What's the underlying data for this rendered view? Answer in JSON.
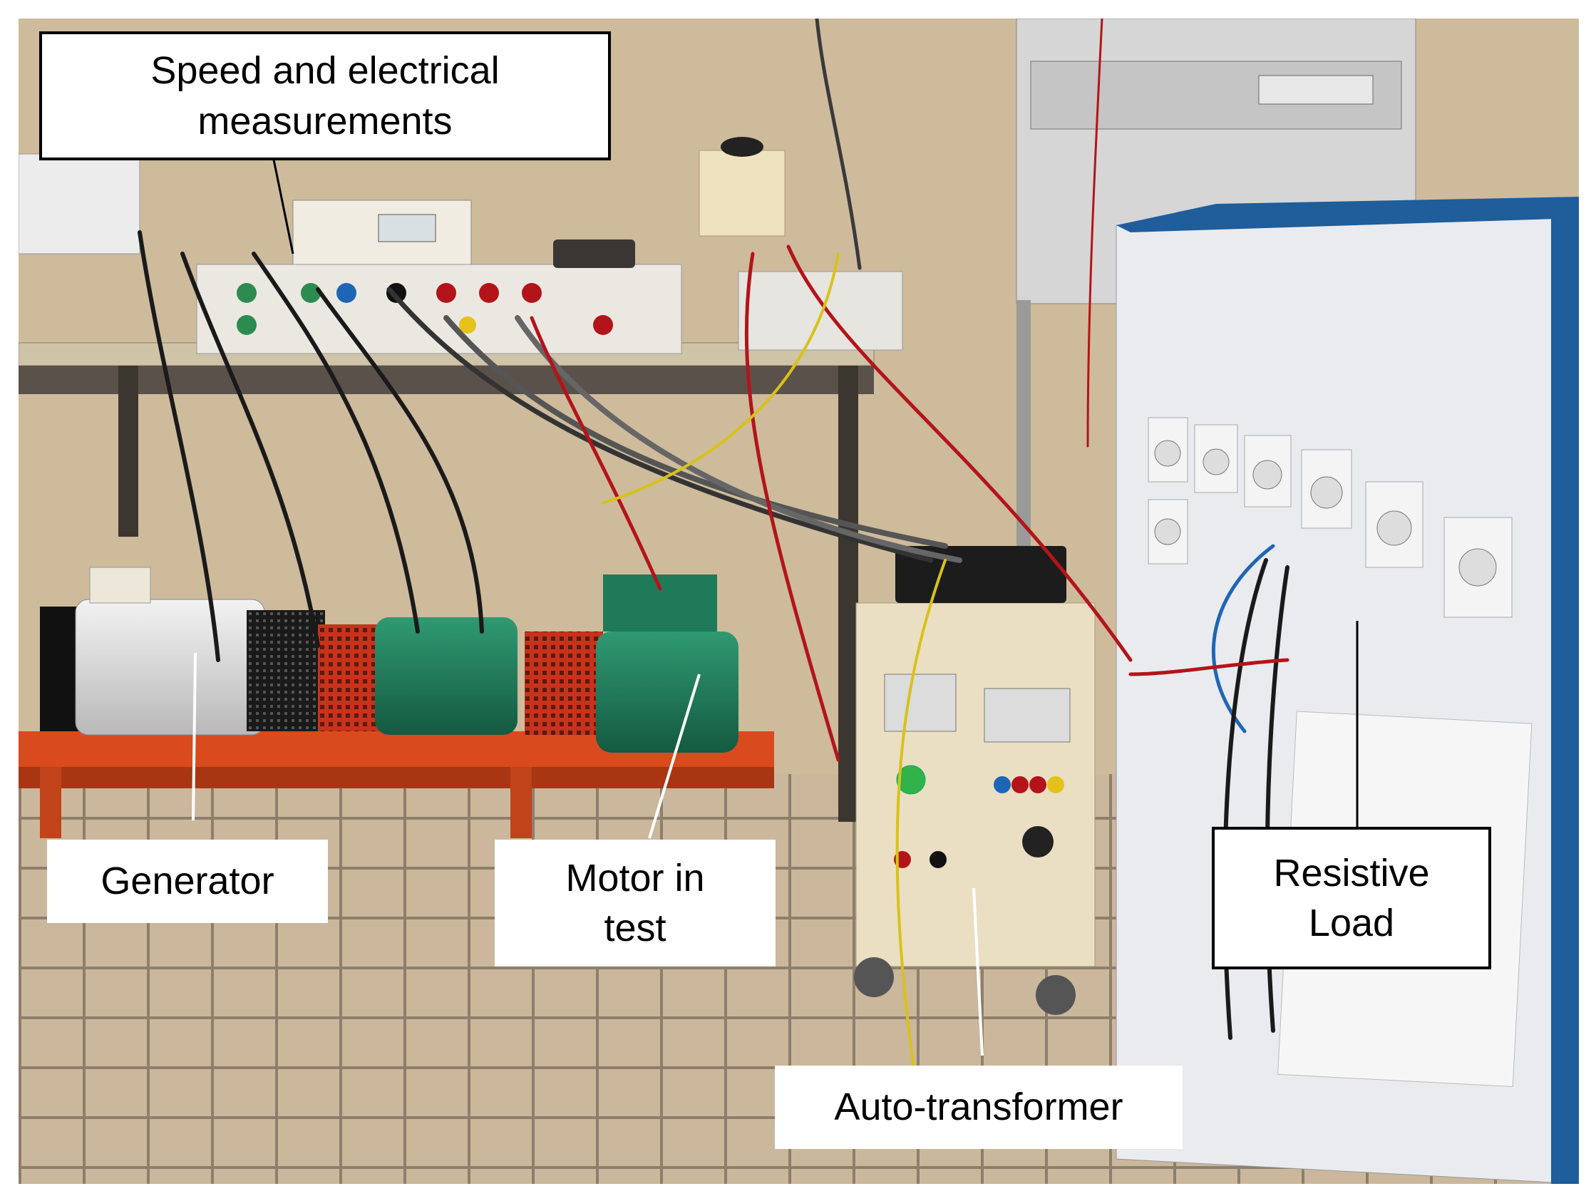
{
  "figure": {
    "labels": {
      "speed": "Speed and electrical\nmeasurements",
      "generator": "Generator",
      "motor": "Motor in\ntest",
      "autotransformer": "Auto-transformer",
      "resistive_load": "Resistive\nLoad"
    },
    "colors": {
      "wall": "#cdbb9c",
      "floor_tile": "#c8b49a",
      "grout": "#8e7f6c",
      "table": "#cfc3a8",
      "motor_green": "#1f7a5a",
      "frame_orange": "#d94a1e",
      "cabinet_white": "#e9ebee",
      "cabinet_blue": "#1f5d9b",
      "autotransformer_beige": "#eadfc2"
    }
  }
}
